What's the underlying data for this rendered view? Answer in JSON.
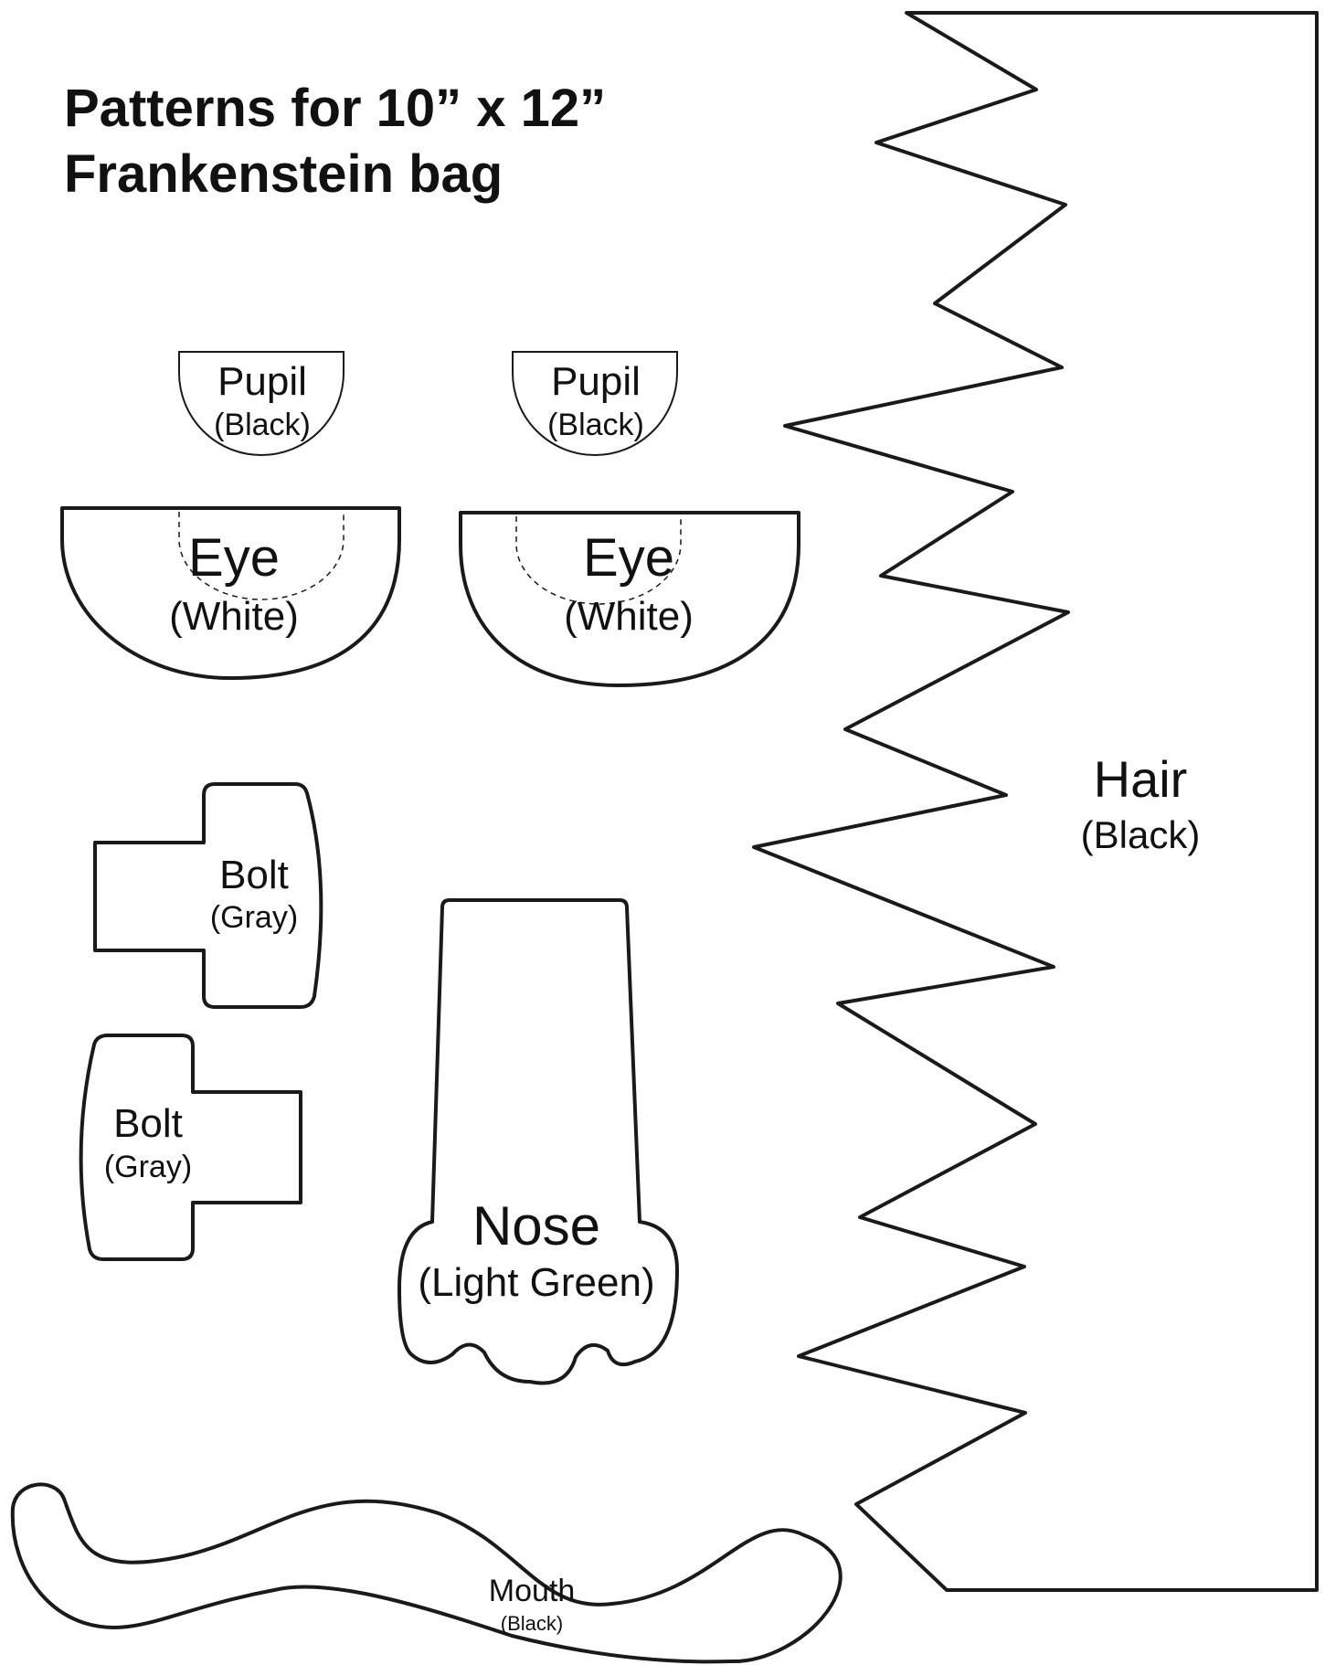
{
  "title": {
    "line1": "Patterns for 10” x 12”",
    "line2": "Frankenstein bag"
  },
  "pieces": {
    "pupil_left": {
      "name": "Pupil",
      "color": "(Black)"
    },
    "pupil_right": {
      "name": "Pupil",
      "color": "(Black)"
    },
    "eye_left": {
      "name": "Eye",
      "color": "(White)"
    },
    "eye_right": {
      "name": "Eye",
      "color": "(White)"
    },
    "bolt_top": {
      "name": "Bolt",
      "color": "(Gray)"
    },
    "bolt_bottom": {
      "name": "Bolt",
      "color": "(Gray)"
    },
    "nose": {
      "name": "Nose",
      "color": "(Light Green)"
    },
    "hair": {
      "name": "Hair",
      "color": "(Black)"
    },
    "mouth": {
      "name": "Mouth",
      "color": "(Black)"
    }
  }
}
